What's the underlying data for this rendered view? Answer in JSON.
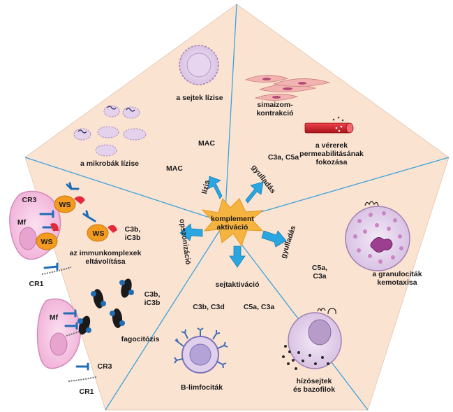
{
  "center": {
    "line1": "komplement",
    "line2": "aktiváció"
  },
  "arrows": {
    "lysis": "lízis",
    "inflammation_top": "gyulladás",
    "inflammation_right": "gyulladás",
    "cell_activation": "sejtaktiváció",
    "opsonization": "opszonizáció"
  },
  "segments": {
    "cell_lysis": {
      "label": "a sejtek lízise"
    },
    "microbe_lysis": {
      "label": "a mikrobák lízise"
    },
    "mac_1": "MAC",
    "mac_2": "MAC",
    "smooth_muscle": {
      "line1": "simaizom-",
      "line2": "kontrakció"
    },
    "permeability": {
      "line1": "a vérerek",
      "line2": "permeabilitásának",
      "line3": "fokozása"
    },
    "c3a_c5a": "C3a, C5a",
    "granulocyte": {
      "line1": "a granulociták",
      "line2": "kemotaxisa"
    },
    "c5a_c3a_right": {
      "line1": "C5a,",
      "line2": "C3a"
    },
    "mast": {
      "line1": "hízósejtek",
      "line2": "és bazofilok"
    },
    "c5a_c3a_bottom": "C5a, C3a",
    "bcell": {
      "label": "B-limfociták"
    },
    "c3b_c3d": "C3b, C3d",
    "phagocytosis": {
      "label": "fagocitózis"
    },
    "c3b_ic3b_1": {
      "line1": "C3b,",
      "line2": "iC3b"
    },
    "c3b_ic3b_2": {
      "line1": "C3b,",
      "line2": "iC3b"
    },
    "immune_complex": {
      "line1": "az immunkomplexek",
      "line2": "eltávolítása"
    },
    "ws_1": "WS",
    "ws_2": "WS",
    "ws_3": "WS",
    "mf_1": "Mf",
    "mf_2": "Mf",
    "cr3_1": "CR3",
    "cr3_2": "CR3",
    "cr1_1": "CR1",
    "cr1_2": "CR1"
  },
  "colors": {
    "background": "#fbe3d2",
    "divider": "#3aa3dc",
    "arrow": "#29a6e0",
    "starburst": "#f5b340",
    "cell_lilac": "#e9d8ef",
    "macrophage": "#f6c7e4",
    "ws": "#f39b1e",
    "receptor": "#1f6db5",
    "c3_red": "#e5293a",
    "vessel": "#d61f26"
  }
}
